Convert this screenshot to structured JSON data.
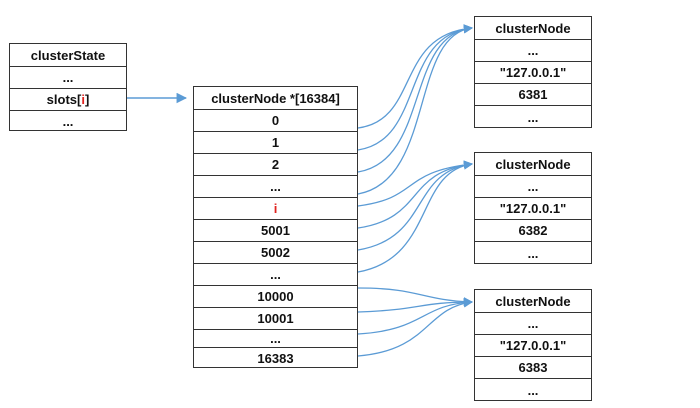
{
  "cluster_state": {
    "title": "clusterState",
    "ellipsis_top": "...",
    "slots_prefix": "slots[",
    "slots_index": "i",
    "slots_suffix": "]",
    "ellipsis_bottom": "..."
  },
  "slot_array": {
    "title": "clusterNode *[16384]",
    "rows": [
      "0",
      "1",
      "2",
      "...",
      "i",
      "5001",
      "5002",
      "...",
      "10000",
      "10001",
      "...",
      "16383"
    ],
    "highlight_row": "i"
  },
  "nodes": [
    {
      "title": "clusterNode",
      "ellipsis_top": "...",
      "ip": "\"127.0.0.1\"",
      "port": "6381",
      "ellipsis_bottom": "..."
    },
    {
      "title": "clusterNode",
      "ellipsis_top": "...",
      "ip": "\"127.0.0.1\"",
      "port": "6382",
      "ellipsis_bottom": "..."
    },
    {
      "title": "clusterNode",
      "ellipsis_top": "...",
      "ip": "\"127.0.0.1\"",
      "port": "6383",
      "ellipsis_bottom": "..."
    }
  ],
  "colors": {
    "arrow": "#5b9bd5",
    "highlight": "#e0231f",
    "border": "#333333"
  }
}
